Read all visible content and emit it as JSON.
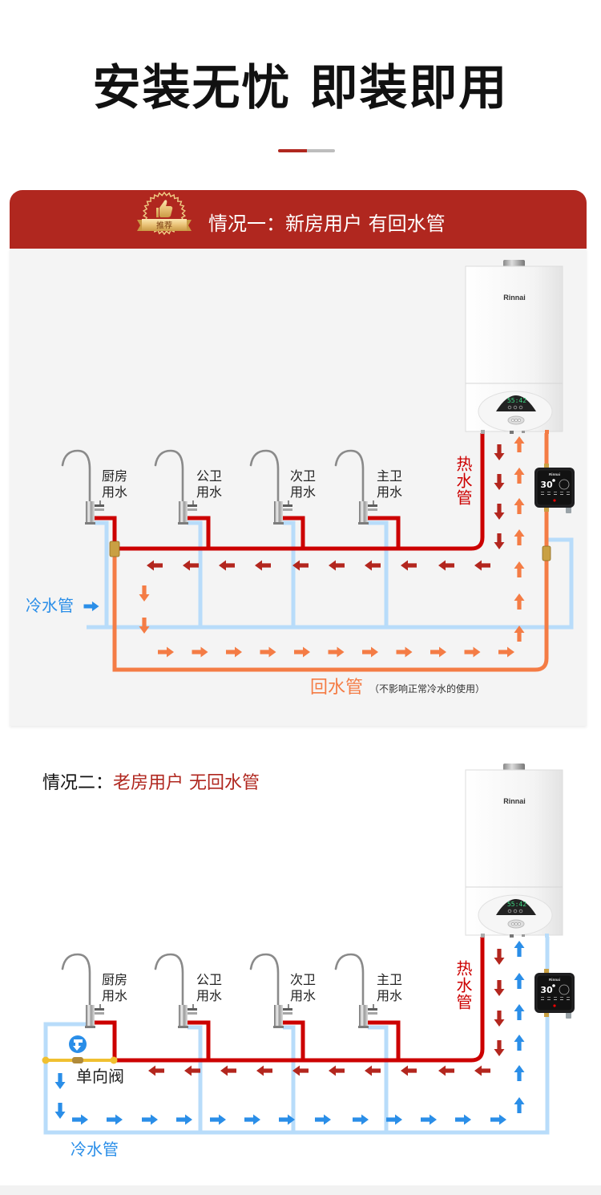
{
  "page": {
    "title": "安装无忧 即装即用"
  },
  "colors": {
    "brand_red": "#b0271f",
    "hot_pipe": "#cc0000",
    "hot_arrow": "#b3261e",
    "return_pipe": "#f47c45",
    "cold_pipe": "#b8dcfa",
    "cold_arrow": "#2a8ee8",
    "check_valve": "#f0c030",
    "display_green": "#3ddc84"
  },
  "case1": {
    "badge": "推荐",
    "title": "情况一：新房用户 有回水管",
    "boiler": {
      "brand": "Rinnai",
      "display": "55:42"
    },
    "pump": {
      "brand": "Rinnai",
      "display": "30"
    },
    "fixtures": [
      {
        "line1": "厨房",
        "line2": "用水"
      },
      {
        "line1": "公卫",
        "line2": "用水"
      },
      {
        "line1": "次卫",
        "line2": "用水"
      },
      {
        "line1": "主卫",
        "line2": "用水"
      }
    ],
    "labels": {
      "hot_pipe": "热水管",
      "cold_pipe": "冷水管",
      "return_pipe": "回水管",
      "return_note": "（不影响正常冷水的使用）"
    }
  },
  "case2": {
    "title_prefix": "情况二：",
    "title_highlight": "老房用户 无回水管",
    "boiler": {
      "brand": "Rinnai",
      "display": "55:42"
    },
    "pump": {
      "brand": "Rinnai",
      "display": "30"
    },
    "fixtures": [
      {
        "line1": "厨房",
        "line2": "用水"
      },
      {
        "line1": "公卫",
        "line2": "用水"
      },
      {
        "line1": "次卫",
        "line2": "用水"
      },
      {
        "line1": "主卫",
        "line2": "用水"
      }
    ],
    "labels": {
      "hot_pipe": "热水管",
      "cold_pipe": "冷水管",
      "check_valve": "单向阀"
    }
  }
}
